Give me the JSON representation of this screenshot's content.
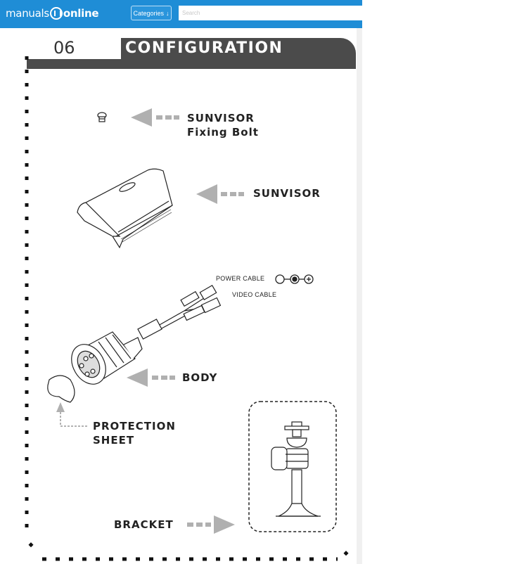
{
  "site": {
    "logo_part1": "manuals",
    "logo_part2": "online",
    "categories_label": "Categories",
    "search_placeholder": "Search"
  },
  "page": {
    "number": "06",
    "title": "CONFIGURATION",
    "labels": {
      "sunvisor_bolt_line1": "SUNVISOR",
      "sunvisor_bolt_line2": "Fixing Bolt",
      "sunvisor": "SUNVISOR",
      "power_cable": "POWER CABLE",
      "video_cable": "VIDEO CABLE",
      "body": "BODY",
      "protection_line1": "PROTECTION",
      "protection_line2": "SHEET",
      "bracket": "BRACKET"
    }
  },
  "colors": {
    "topbar": "#1f8dd6",
    "header": "#4b4b4b",
    "arrow": "#b0b0b0"
  }
}
